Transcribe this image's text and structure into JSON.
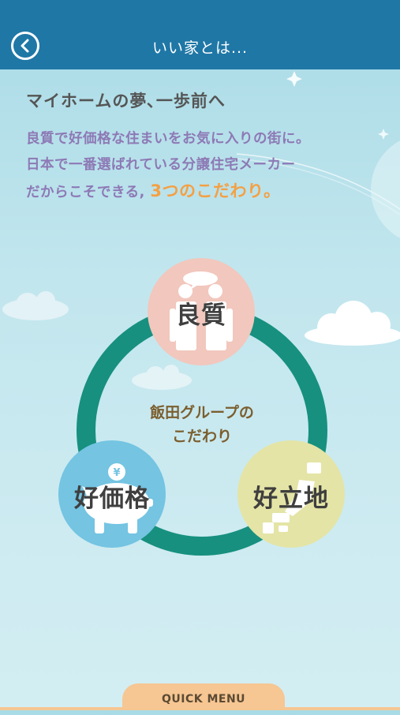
{
  "header": {
    "title": "いい家とは...",
    "back_icon": "chevron-left-icon"
  },
  "tagline": "マイホームの夢､一歩前へ",
  "intro": {
    "line1": "良質で好価格な住まいをお気に入りの街に。",
    "line2": "日本で一番選ばれている分譲住宅メーカー",
    "line3_prefix": "だからこそできる,",
    "line3_highlight": "3つのこだわり。"
  },
  "diagram": {
    "center_line1": "飯田グループの",
    "center_line2": "こだわり",
    "nodes": {
      "quality": {
        "label": "良質",
        "icon": "people-speech-icon"
      },
      "price": {
        "label": "好価格",
        "icon": "piggy-bank-yen-icon",
        "coin_symbol": "¥"
      },
      "location": {
        "label": "好立地",
        "icon": "japan-map-icon"
      }
    }
  },
  "quick_menu": {
    "label": "QUICK MENU"
  },
  "colors": {
    "header": "#1f77a6",
    "ring": "#17907f",
    "intro_text": "#8d79b5",
    "highlight": "#f4a043",
    "quality_node": "#f2c7bd",
    "price_node": "#74c4e2",
    "location_node": "#e4e4a6",
    "quick_menu": "#f6c693"
  }
}
